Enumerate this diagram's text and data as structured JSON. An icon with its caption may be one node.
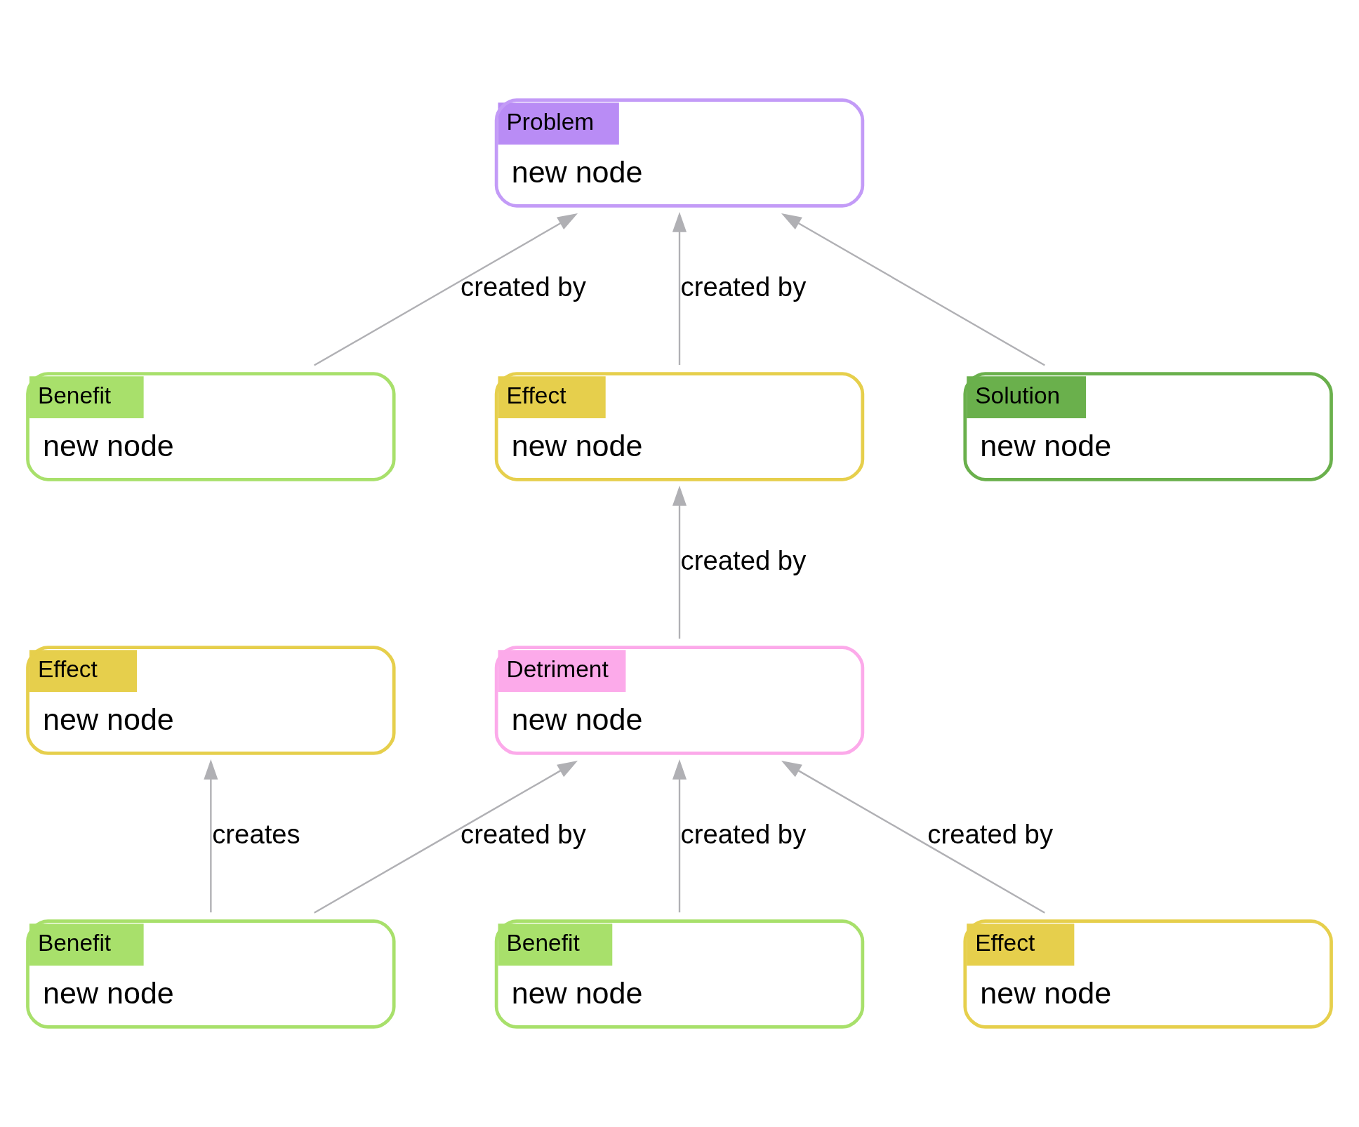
{
  "diagram": {
    "nodes": [
      {
        "text": [
          "Problem",
          "new node"
        ]
      },
      {
        "text": [
          "Benefit",
          "new node"
        ]
      },
      {
        "text": [
          "Effect",
          "new node"
        ]
      },
      {
        "text": [
          "Effect",
          "new node"
        ]
      },
      {
        "text": [
          "Detriment",
          "new node"
        ]
      },
      {
        "text": [
          "Benefit",
          "new node"
        ]
      },
      {
        "text": [
          "Benefit",
          "new node"
        ]
      },
      {
        "text": [
          "Effect",
          "new node"
        ]
      },
      {
        "text": [
          "Solution",
          "new node"
        ]
      }
    ],
    "edges": [
      {
        "from": 1,
        "to": 0,
        "arrow": "to",
        "label": "created by"
      },
      {
        "from": 2,
        "to": 0,
        "arrow": "to",
        "label": "created by"
      },
      {
        "from": 4,
        "to": 2,
        "arrow": "to",
        "label": "created by"
      },
      {
        "from": 5,
        "to": 3,
        "arrow": "to",
        "label": "creates"
      },
      {
        "from": 5,
        "to": 4,
        "arrow": "to",
        "label": "created by"
      },
      {
        "from": 6,
        "to": 4,
        "arrow": "to",
        "label": "created by"
      },
      {
        "from": 7,
        "to": 4,
        "arrow": "to",
        "label": "created by"
      },
      {
        "from": 8,
        "to": 0,
        "arrow": "to"
      }
    ]
  }
}
